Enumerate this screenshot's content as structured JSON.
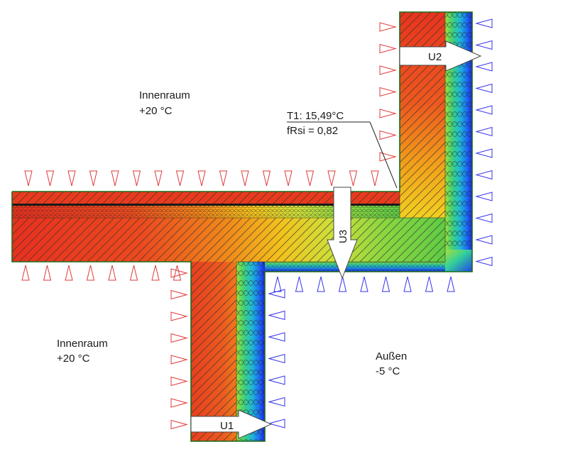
{
  "regions": {
    "interior_top": {
      "name": "Innenraum",
      "temperature": "+20 °C"
    },
    "interior_bottom": {
      "name": "Innenraum",
      "temperature": "+20 °C"
    },
    "exterior": {
      "name": "Außen",
      "temperature": "-5 °C"
    }
  },
  "annotation": {
    "line1": "T1: 15,49°C",
    "line2": "fRsi = 0,82"
  },
  "flux_arrows": {
    "u1": "U1",
    "u2": "U2",
    "u3": "U3"
  },
  "colors": {
    "warm": "#e8301e",
    "interior_boundary": "#e03a3a",
    "exterior_boundary": "#3333ee",
    "outline": "#1a6b1a"
  }
}
